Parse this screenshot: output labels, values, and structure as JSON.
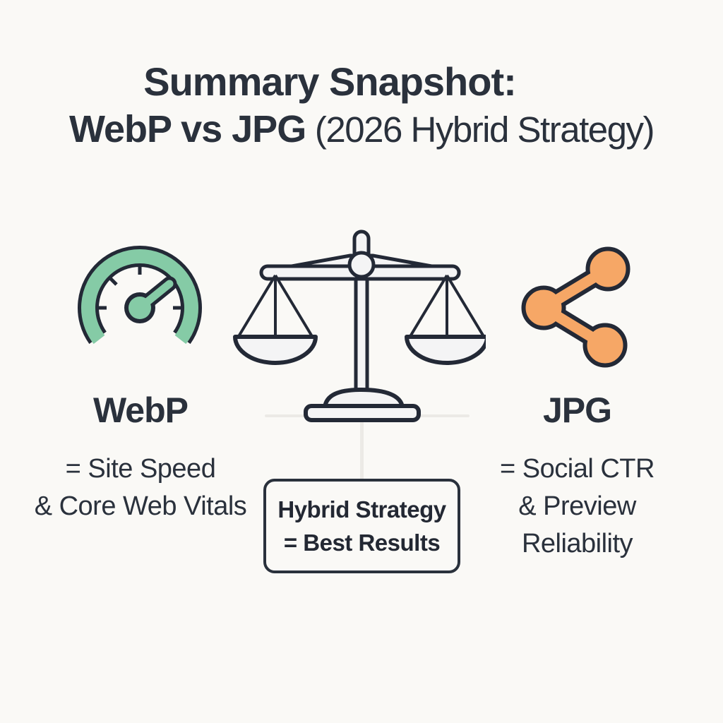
{
  "title": {
    "line1": "Summary Snapshot:",
    "line2_bold": "WebP vs JPG",
    "line2_rest": " (2026 Hybrid Strategy)"
  },
  "left_column": {
    "heading": "WebP",
    "line1": "= Site Speed",
    "line2": "& Core Web Vitals"
  },
  "right_column": {
    "heading": "JPG",
    "line1": "= Social CTR",
    "line2": "& Preview",
    "line3": "Reliability"
  },
  "center_box": {
    "line1": "Hybrid Strategy",
    "line2": "= Best Results"
  },
  "icons": {
    "left": "speedometer-icon",
    "center": "balance-scale-icon",
    "right": "share-icon"
  },
  "colors": {
    "bg": "#FAF9F6",
    "ink": "#2A313C",
    "outline": "#232936",
    "green": "#85CBA6",
    "orange": "#F6A766",
    "light_fill": "#F4F4F5",
    "faint": "#ECEAE6"
  }
}
